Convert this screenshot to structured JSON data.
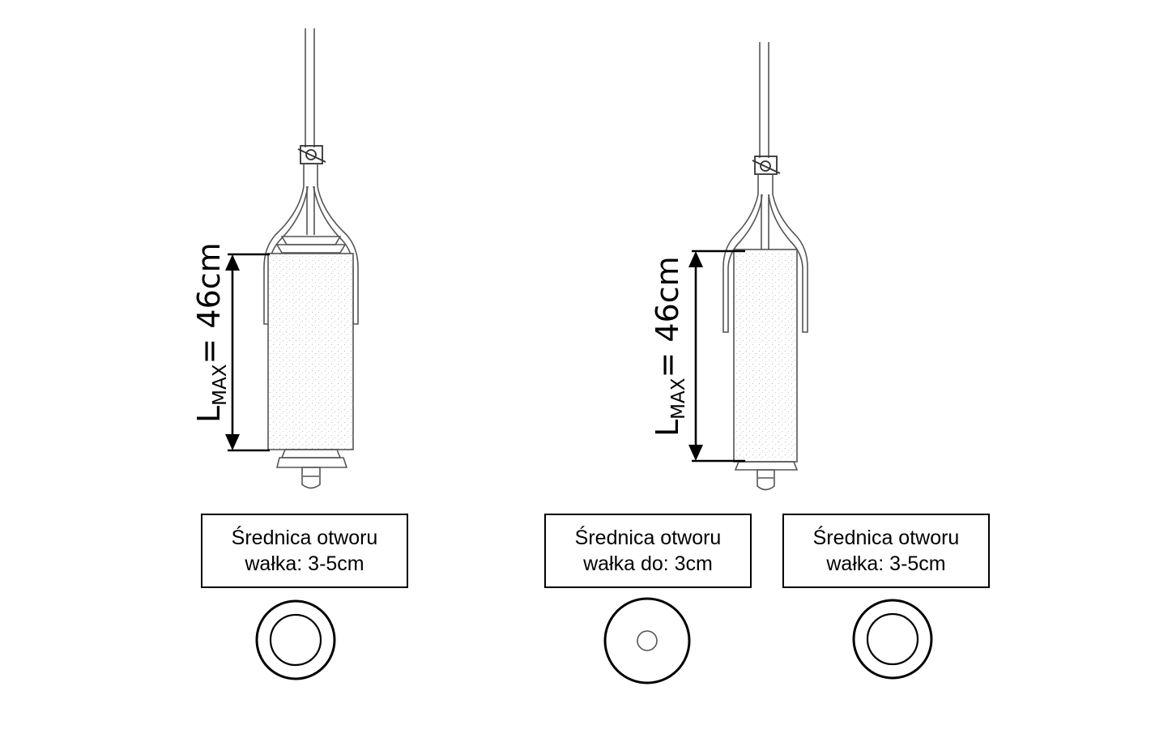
{
  "dimension_label": {
    "prefix": "L",
    "subscript": "MAX",
    "value": "= 46cm"
  },
  "labels": [
    {
      "line1": "Średnica otworu",
      "line2": "wałka: 3-5cm"
    },
    {
      "line1": "Średnica otworu",
      "line2": "wałka do: 3cm"
    },
    {
      "line1": "Średnica otworu",
      "line2": "wałka: 3-5cm"
    }
  ],
  "colors": {
    "line": "#555555",
    "dimension": "#000000",
    "box_border": "#000000"
  }
}
